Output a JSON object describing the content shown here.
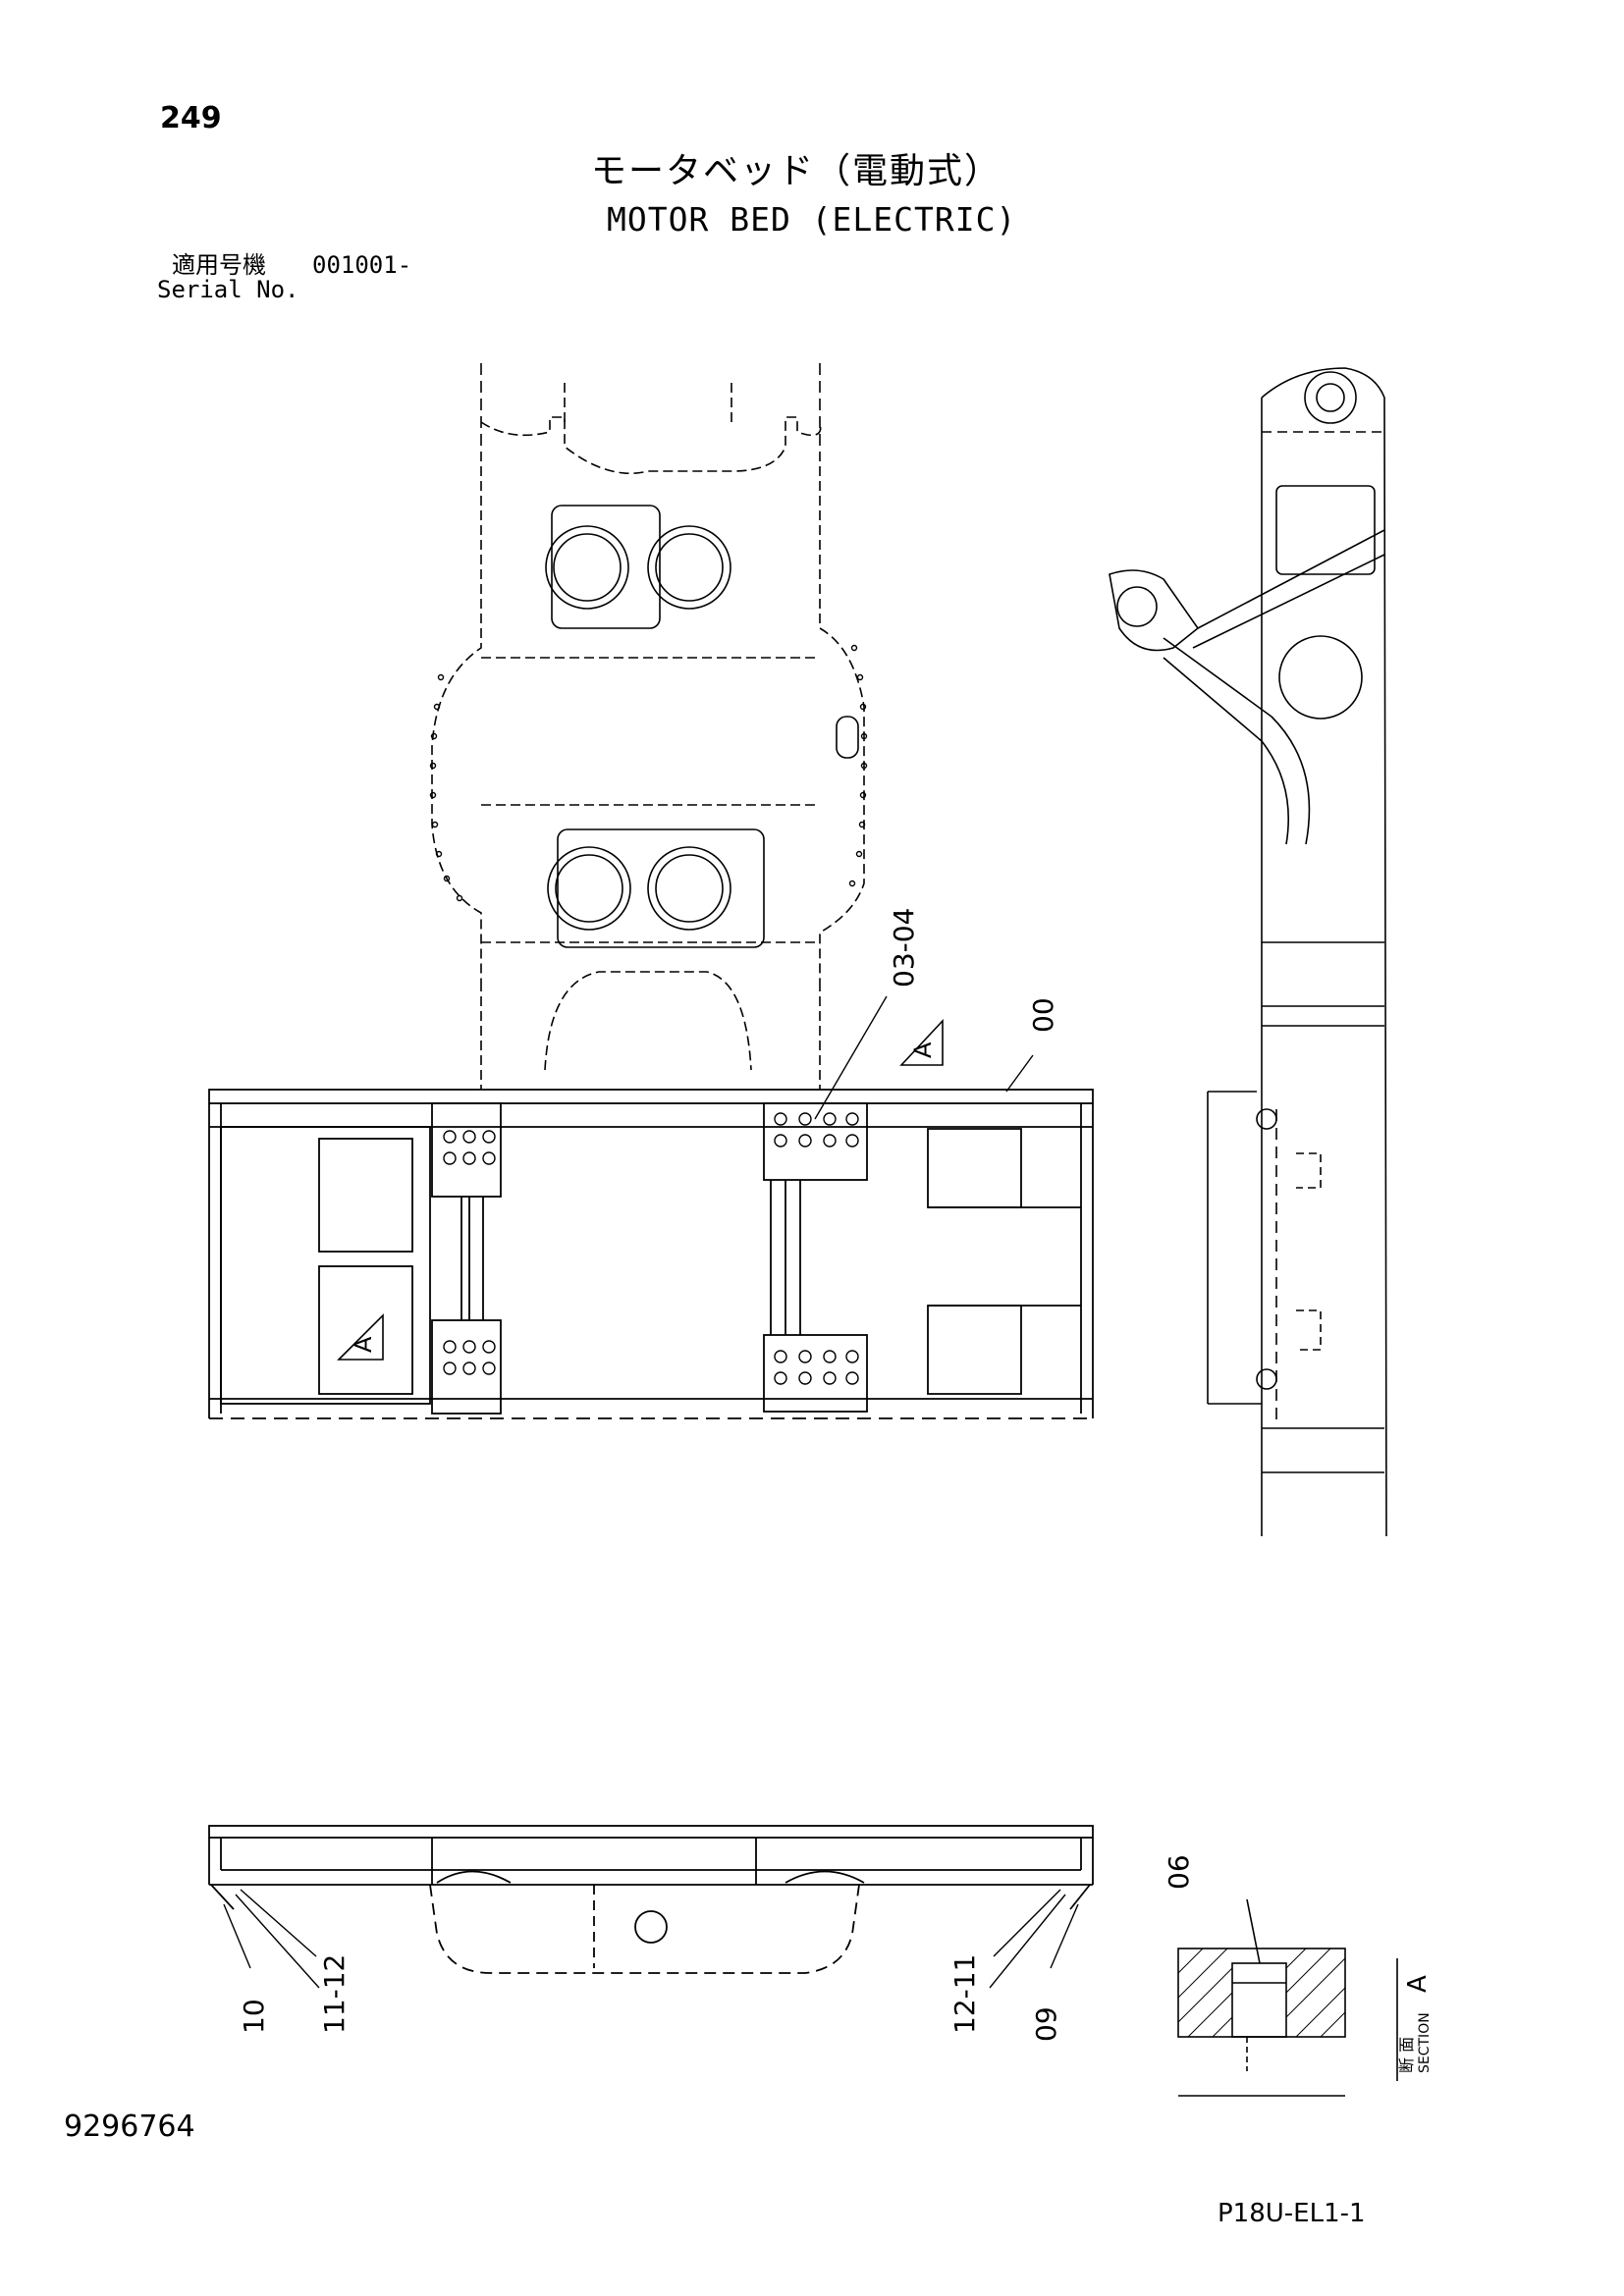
{
  "header": {
    "page_number": "249",
    "title_jp": "モータベッド（電動式）",
    "title_en": "MOTOR BED (ELECTRIC)",
    "serial_label_jp": "適用号機",
    "serial_value": "001001-",
    "serial_label_en": "Serial No."
  },
  "drawing": {
    "section_marker": "A",
    "section_label_jp": "断 面",
    "section_label_en": "SECTION",
    "section_letter": "A",
    "callouts": {
      "c00": "00",
      "c03_04": "03-04",
      "c06": "06",
      "c09": "09",
      "c10": "10",
      "c11_12_left": "11-12",
      "c12_11_right": "12-11"
    }
  },
  "footer": {
    "doc_number": "9296764",
    "page_code": "P18U-EL1-1"
  }
}
